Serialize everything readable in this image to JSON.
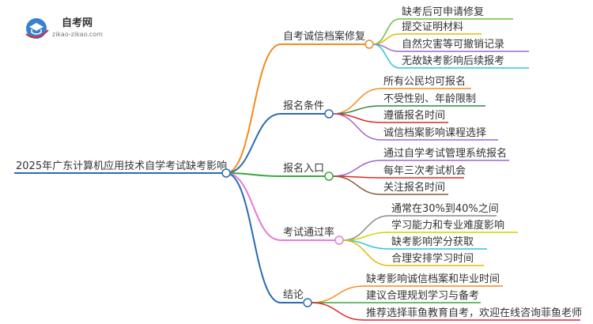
{
  "logo": {
    "title": "自考网",
    "subtitle": "zikao-zikao.com"
  },
  "root": {
    "label": "2025年广东计算机应用技术自学考试缺考影响"
  },
  "branches": [
    {
      "label": "自考诚信档案修复",
      "color": "#f28b1e",
      "children": [
        {
          "label": "缺考后可申请修复",
          "color": "#6bbf3a"
        },
        {
          "label": "提交证明材料",
          "color": "#e8b800"
        },
        {
          "label": "自然灾害等可撤销记录",
          "color": "#a064d0"
        },
        {
          "label": "无故缺考影响后续报考",
          "color": "#35c4d6"
        }
      ]
    },
    {
      "label": "报名条件",
      "color": "#2a6cb3",
      "children": [
        {
          "label": "所有公民均可报名",
          "color": "#f28b1e"
        },
        {
          "label": "不受性别、年龄限制",
          "color": "#2a8a3e"
        },
        {
          "label": "遵循报名时间",
          "color": "#e02828"
        },
        {
          "label": "诚信档案影响课程选择",
          "color": "#a064d0"
        }
      ]
    },
    {
      "label": "报名入口",
      "color": "#3aa83a",
      "children": [
        {
          "label": "通过自学考试管理系统报名",
          "color": "#a064d0"
        },
        {
          "label": "每年三次考试机会",
          "color": "#e02828"
        },
        {
          "label": "关注报名时间",
          "color": "#8b5a3c"
        }
      ]
    },
    {
      "label": "考试通过率",
      "color": "#e87ad8",
      "children": [
        {
          "label": "通常在30%到40%之间",
          "color": "#8a8a8a"
        },
        {
          "label": "学习能力和专业难度影响",
          "color": "#d6cf00"
        },
        {
          "label": "缺考影响学分获取",
          "color": "#35c4d6"
        },
        {
          "label": "合理安排学习时间",
          "color": "#e8b800"
        }
      ]
    },
    {
      "label": "结论",
      "color": "#2a6cb3",
      "children": [
        {
          "label": "缺考影响诚信档案和毕业时间",
          "color": "#f28b1e"
        },
        {
          "label": "建议合理规划学习与备考",
          "color": "#3aa83a"
        },
        {
          "label": "推荐选择菲鱼教育自考，欢迎在线咨询菲鱼老师",
          "color": "#e02828"
        }
      ]
    }
  ]
}
